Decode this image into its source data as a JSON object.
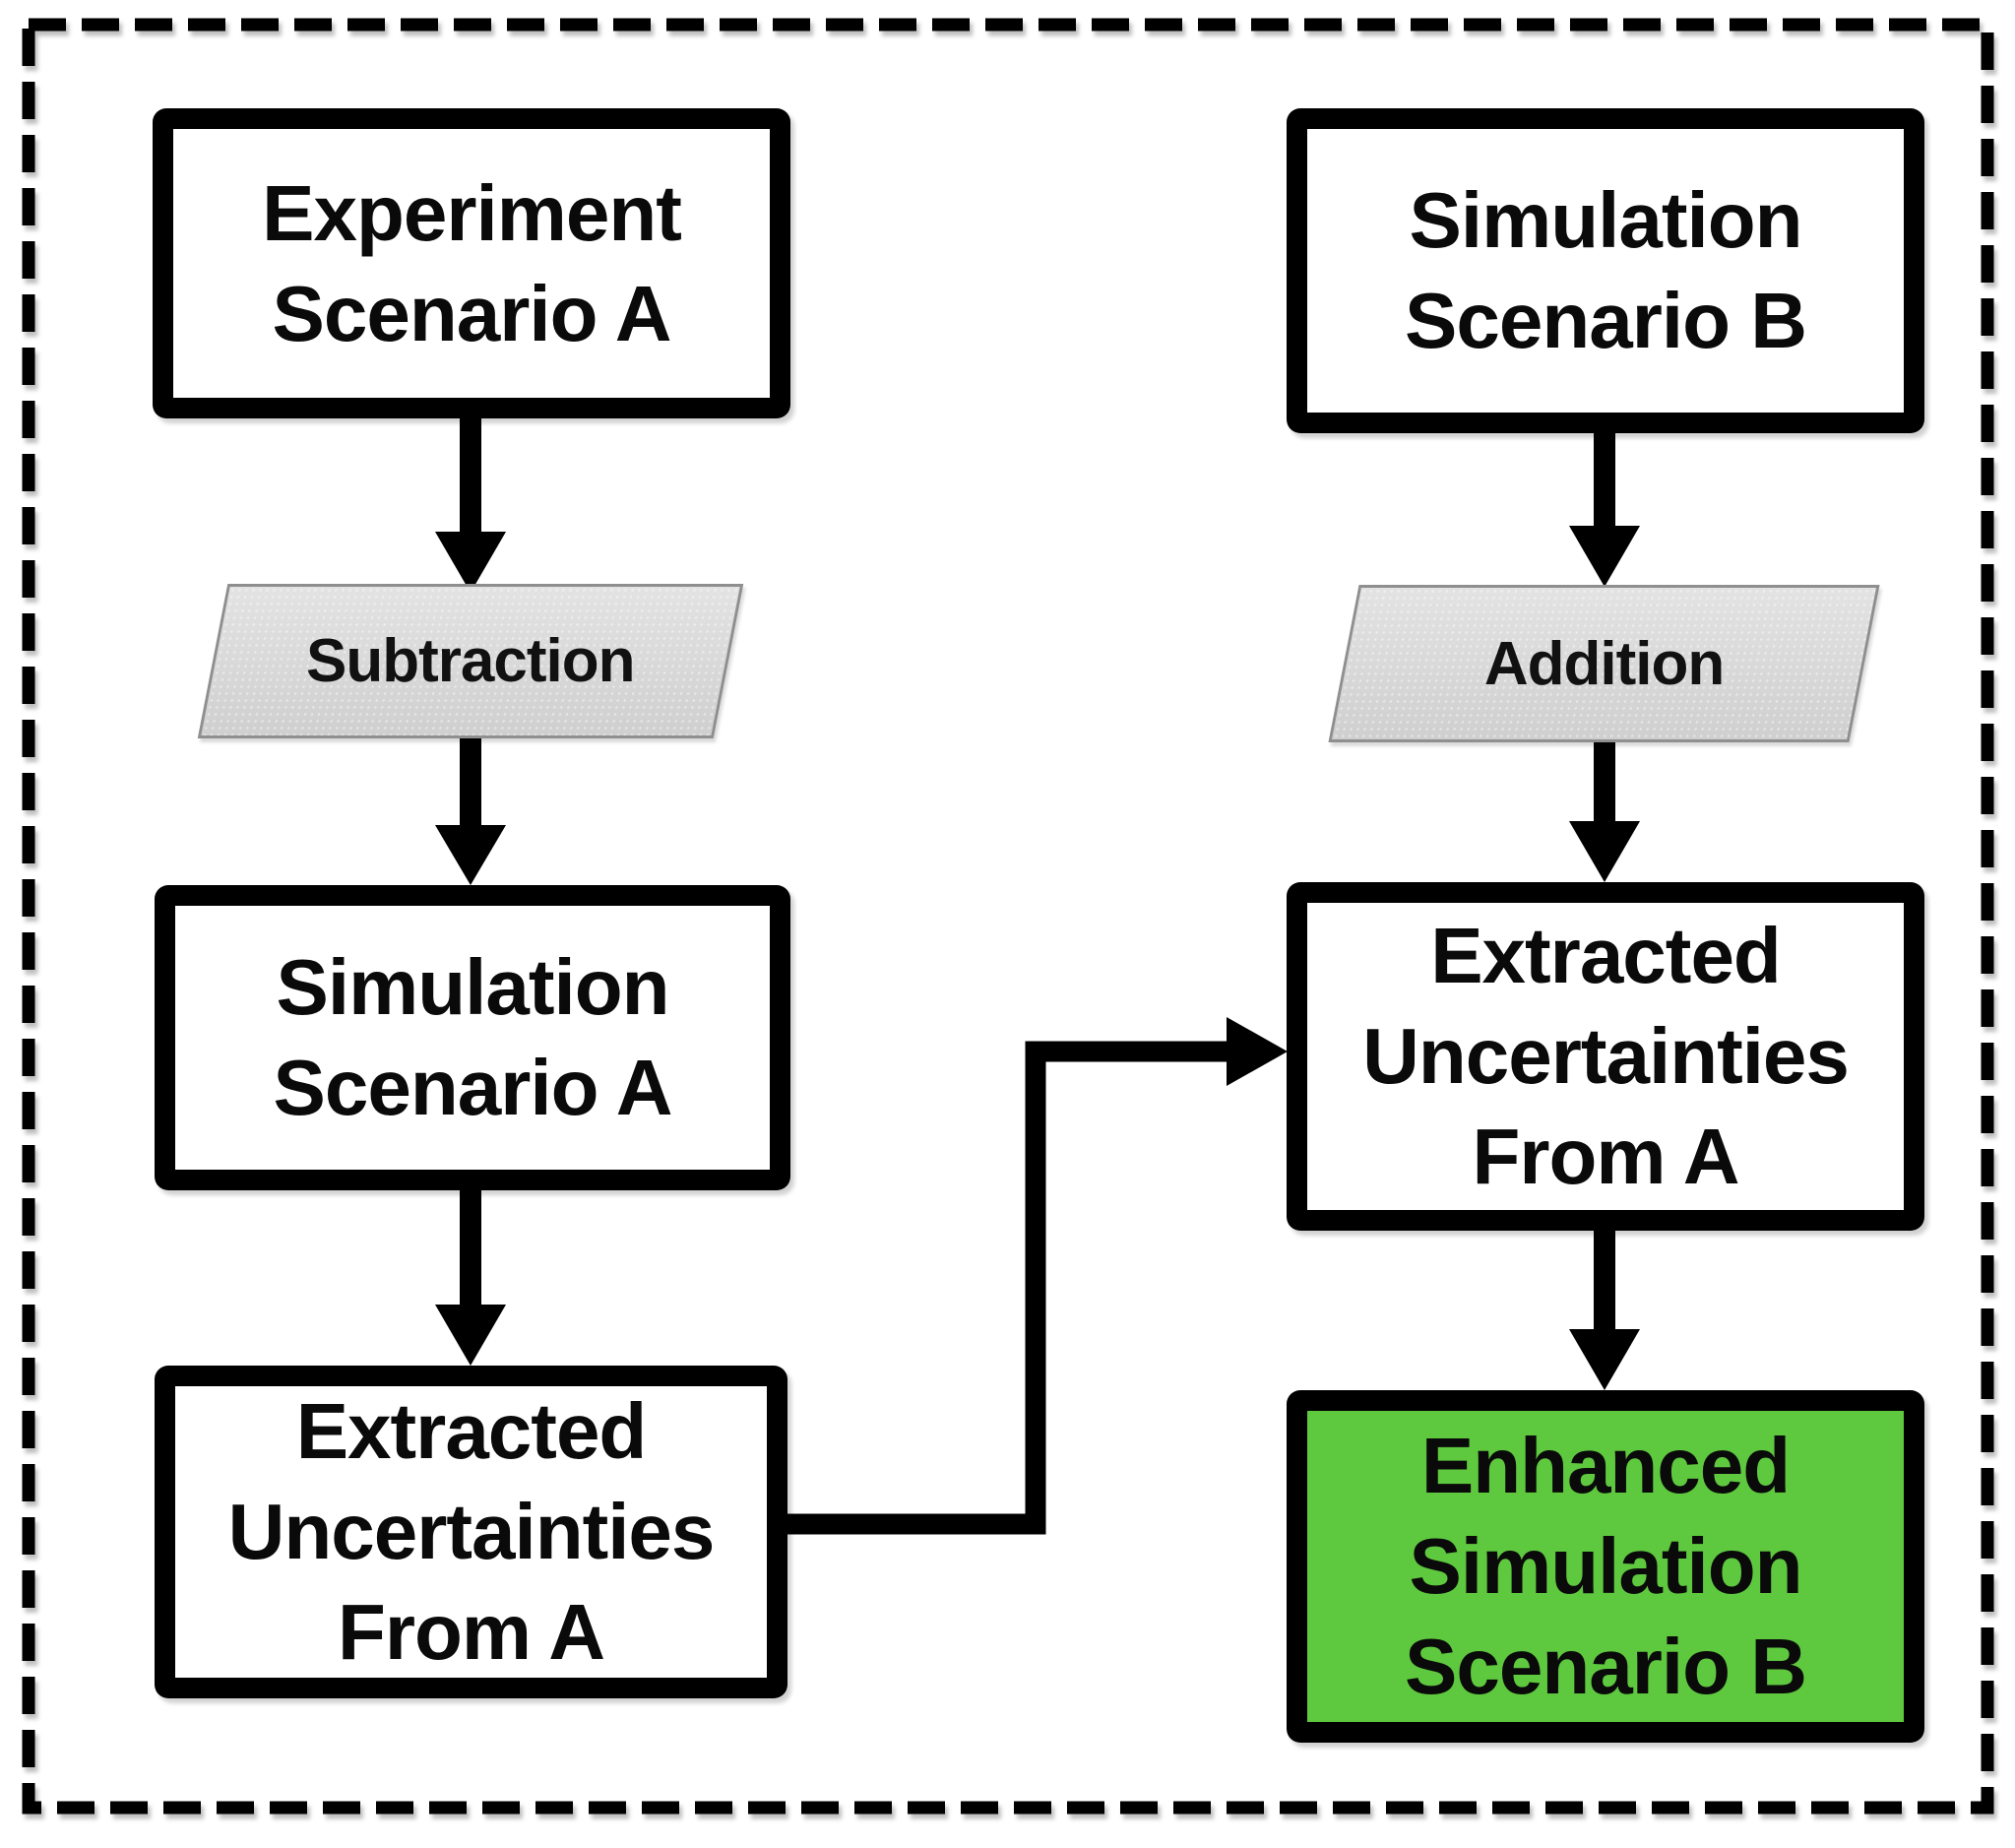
{
  "diagram": {
    "title": "Uncertainty transfer flowchart",
    "colors": {
      "background": "#ffffff",
      "box_border": "#000000",
      "box_fill": "#ffffff",
      "enhanced_fill": "#5EC83F",
      "operation_fill": "#d9d9d9",
      "operation_border": "#8f8f8f",
      "arrow": "#000000",
      "dashed_frame": "#000000"
    },
    "nodes": {
      "experiment_a": {
        "label": "Experiment\nScenario A"
      },
      "subtraction": {
        "label": "Subtraction"
      },
      "simulation_a": {
        "label": "Simulation\nScenario A"
      },
      "extracted_left": {
        "label": "Extracted\nUncertainties\nFrom A"
      },
      "simulation_b": {
        "label": "Simulation\nScenario B"
      },
      "addition": {
        "label": "Addition"
      },
      "extracted_right": {
        "label": "Extracted\nUncertainties\nFrom A"
      },
      "enhanced_b": {
        "label": "Enhanced\nSimulation\nScenario B"
      }
    },
    "edges": [
      "experiment_a -> subtraction",
      "subtraction -> simulation_a",
      "simulation_a -> extracted_left",
      "simulation_b -> addition",
      "addition -> extracted_right",
      "extracted_left -> extracted_right",
      "extracted_right -> enhanced_b"
    ]
  }
}
